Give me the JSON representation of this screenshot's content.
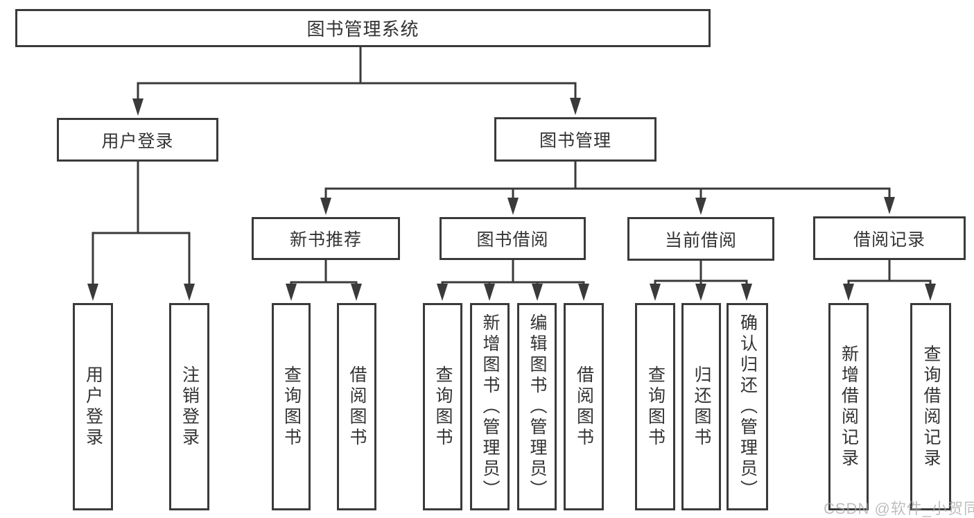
{
  "diagram": {
    "root": {
      "label": "图书管理系统"
    },
    "level2": [
      {
        "label": "用户登录"
      },
      {
        "label": "图书管理"
      }
    ],
    "level3": [
      {
        "label": "新书推荐"
      },
      {
        "label": "图书借阅"
      },
      {
        "label": "当前借阅"
      },
      {
        "label": "借阅记录"
      }
    ],
    "leaves": [
      {
        "label": "用户登录"
      },
      {
        "label": "注销登录"
      },
      {
        "label": "查询图书"
      },
      {
        "label": "借阅图书"
      },
      {
        "label": "查询图书"
      },
      {
        "label": "新增图书（管理员）"
      },
      {
        "label": "编辑图书（管理员）"
      },
      {
        "label": "借阅图书"
      },
      {
        "label": "查询图书"
      },
      {
        "label": "归还图书"
      },
      {
        "label": "确认归还（管理员）"
      },
      {
        "label": "新增借阅记录"
      },
      {
        "label": "查询借阅记录"
      }
    ]
  },
  "watermark": {
    "text": "CSDN @软件_小贺同学"
  },
  "colors": {
    "line": "#3a3a3a",
    "text": "#333333",
    "background": "#ffffff",
    "watermark": "#a6a6a6"
  }
}
